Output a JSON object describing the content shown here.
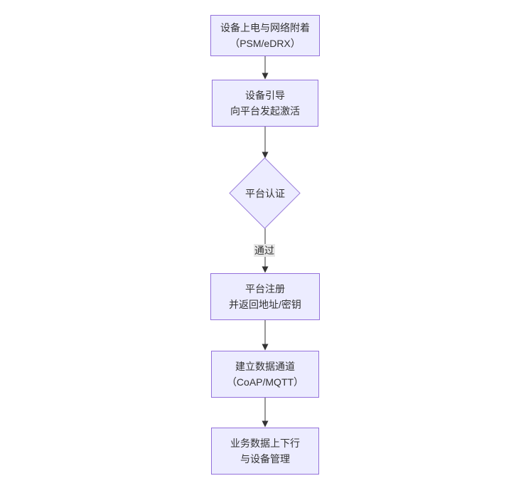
{
  "diagram": {
    "type": "flowchart",
    "direction": "top-down",
    "colors": {
      "background": "#ffffff",
      "node_fill": "#ECECFF",
      "node_border": "#9370DB",
      "text": "#333333",
      "arrow": "#333333",
      "edge_label_bg": "#e8e8e8"
    },
    "nodes": [
      {
        "id": "power-attach",
        "type": "rect",
        "lines": [
          "设备上电与网络附着",
          "（PSM/eDRX）"
        ]
      },
      {
        "id": "bootstrap",
        "type": "rect",
        "lines": [
          "设备引导",
          "向平台发起激活"
        ]
      },
      {
        "id": "platform-auth",
        "type": "diamond",
        "lines": [
          "平台认证"
        ]
      },
      {
        "id": "platform-register",
        "type": "rect",
        "lines": [
          "平台注册",
          "并返回地址/密钥"
        ]
      },
      {
        "id": "data-channel",
        "type": "rect",
        "lines": [
          "建立数据通道",
          "（CoAP/MQTT）"
        ]
      },
      {
        "id": "business-data",
        "type": "rect",
        "lines": [
          "业务数据上下行",
          "与设备管理"
        ]
      }
    ],
    "edges": [
      {
        "from": "power-attach",
        "to": "bootstrap",
        "label": ""
      },
      {
        "from": "bootstrap",
        "to": "platform-auth",
        "label": ""
      },
      {
        "from": "platform-auth",
        "to": "platform-register",
        "label": "通过"
      },
      {
        "from": "platform-register",
        "to": "data-channel",
        "label": ""
      },
      {
        "from": "data-channel",
        "to": "business-data",
        "label": ""
      }
    ]
  }
}
